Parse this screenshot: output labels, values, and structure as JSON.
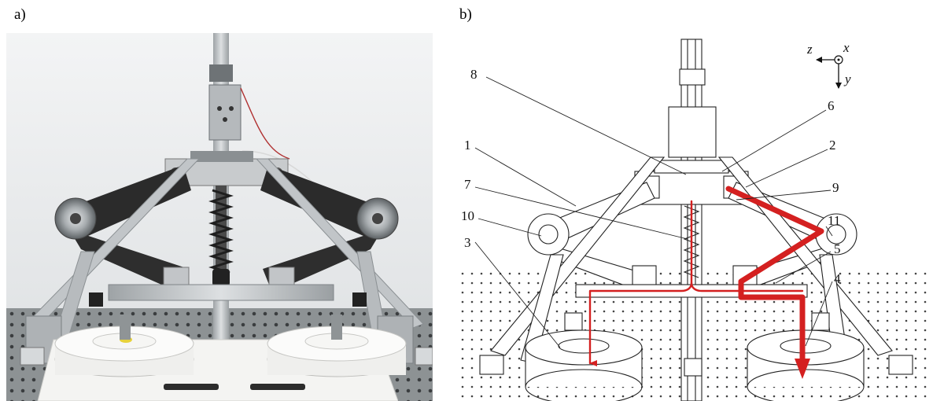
{
  "panels": {
    "photo": {
      "label": "a)"
    },
    "drawing": {
      "label": "b)"
    }
  },
  "axes": {
    "z": "z",
    "x": "x",
    "y": "y"
  },
  "callouts": [
    "8",
    "6",
    "1",
    "2",
    "9",
    "7",
    "11",
    "10",
    "5",
    "3",
    "4"
  ],
  "colors": {
    "force_path": "#d42020",
    "belt": "#2a2a2a",
    "aluminium": "#bfc3c6",
    "base_white": "#f4f4f2"
  }
}
